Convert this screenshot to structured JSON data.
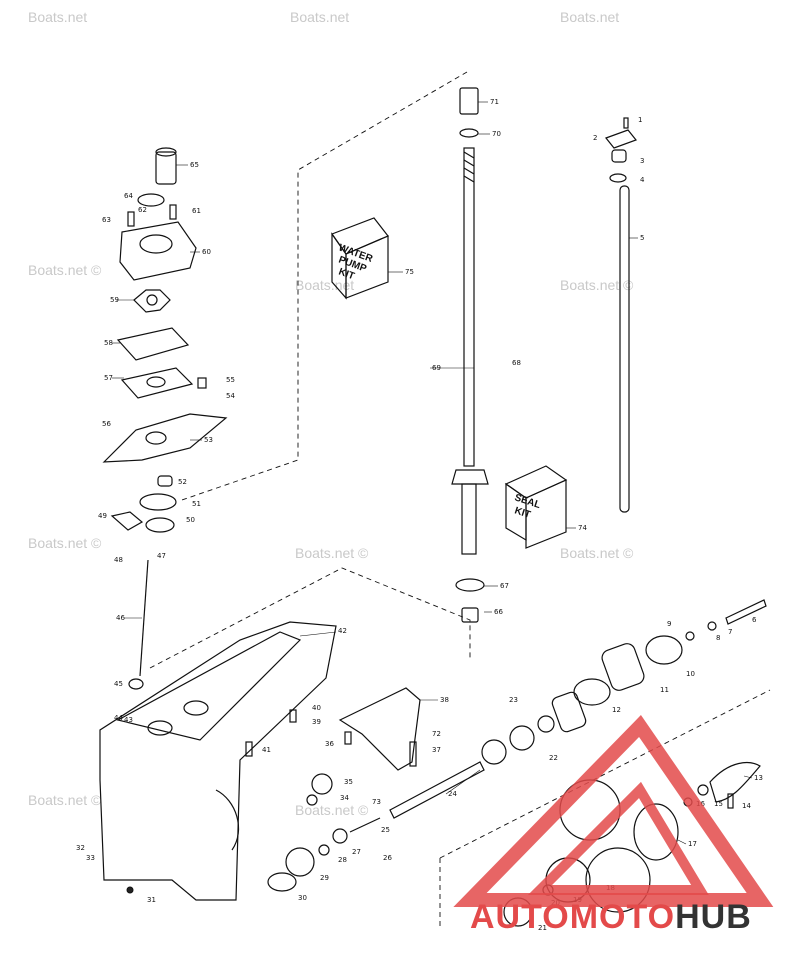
{
  "watermark": "Boats.net",
  "watermark_copy": "Boats.net ©",
  "kits": {
    "water_pump": [
      "WATER",
      "PUMP",
      "KIT"
    ],
    "seal": [
      "SEAL",
      "KIT"
    ]
  },
  "logo": {
    "prefix": "AUTO",
    "middle": "MOTO",
    "suffix": "HUB",
    "colors": {
      "accent": "#e34a4a",
      "dark": "#333333"
    }
  },
  "callouts": [
    "1",
    "2",
    "3",
    "4",
    "5",
    "6",
    "7",
    "8",
    "9",
    "10",
    "11",
    "12",
    "13",
    "14",
    "15",
    "16",
    "17",
    "18",
    "19",
    "20",
    "21",
    "22",
    "23",
    "24",
    "25",
    "26",
    "27",
    "28",
    "29",
    "30",
    "31",
    "32",
    "33",
    "34",
    "35",
    "36",
    "37",
    "38",
    "39",
    "40",
    "41",
    "42",
    "43",
    "44",
    "45",
    "46",
    "47",
    "48",
    "49",
    "50",
    "51",
    "52",
    "53",
    "54",
    "55",
    "56",
    "57",
    "58",
    "59",
    "60",
    "61",
    "62",
    "63",
    "64",
    "65",
    "66",
    "67",
    "68",
    "69",
    "70",
    "71",
    "72",
    "73",
    "74",
    "75"
  ]
}
